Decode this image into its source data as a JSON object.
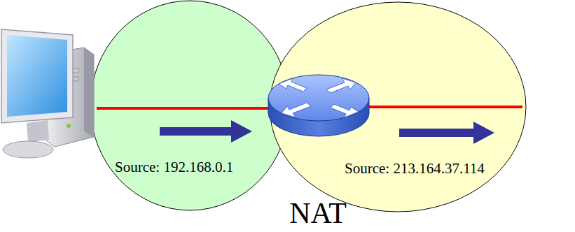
{
  "diagram": {
    "nodes": [
      {
        "text": [
          "Source: 192.168.0.1"
        ]
      },
      {
        "text": [
          "Source: 213.164.37.114"
        ]
      }
    ],
    "labels": [
      "NAT"
    ]
  }
}
